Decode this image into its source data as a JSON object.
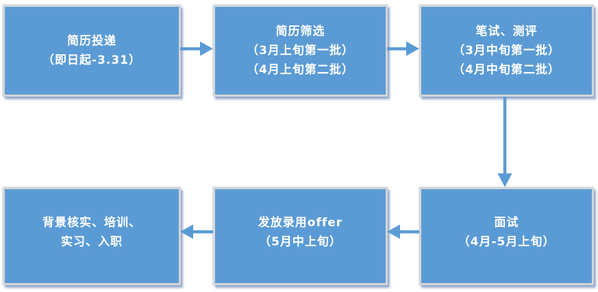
{
  "diagram": {
    "type": "flowchart",
    "title": "recruitment-process-flow",
    "colors": {
      "box_fill": "#5B9BD5",
      "box_border": "#D6D6D6",
      "box_shadow": "#265096",
      "arrow": "#5B9BD5",
      "text": "#FFFFFF",
      "background": "#FFFFFF"
    },
    "steps": [
      {
        "id": "step-1",
        "lines": [
          "简历投递",
          "（即日起-3.31）"
        ]
      },
      {
        "id": "step-2",
        "lines": [
          "简历筛选",
          "（3月上旬第一批）",
          "（4月上旬第二批）"
        ]
      },
      {
        "id": "step-3",
        "lines": [
          "笔试、测评",
          "（3月中旬第一批）",
          "（4月中旬第二批）"
        ]
      },
      {
        "id": "step-4",
        "lines": [
          "面试",
          "（4月-5月上旬）"
        ]
      },
      {
        "id": "step-5",
        "lines": [
          "发放录用offer",
          "（5月中上旬）"
        ]
      },
      {
        "id": "step-6",
        "lines": [
          "背景核实、培训、",
          "实习、入职"
        ]
      }
    ],
    "connections": [
      {
        "from": "step-1",
        "to": "step-2",
        "direction": "right"
      },
      {
        "from": "step-2",
        "to": "step-3",
        "direction": "right"
      },
      {
        "from": "step-3",
        "to": "step-4",
        "direction": "down"
      },
      {
        "from": "step-4",
        "to": "step-5",
        "direction": "left"
      },
      {
        "from": "step-5",
        "to": "step-6",
        "direction": "left"
      }
    ]
  }
}
